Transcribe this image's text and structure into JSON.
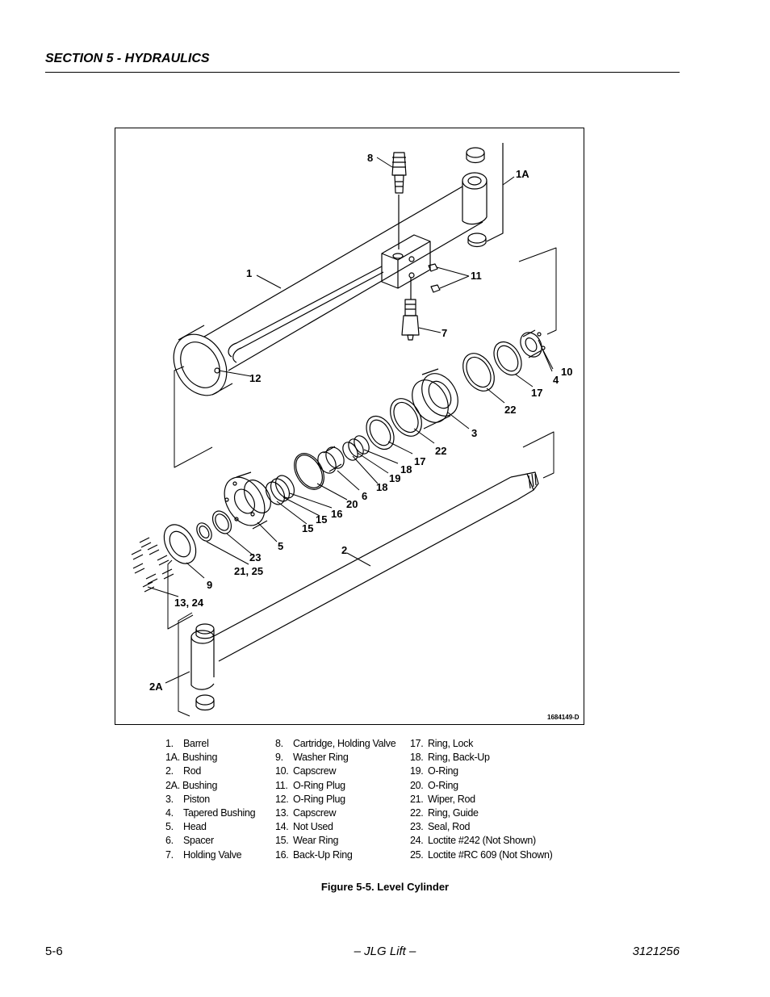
{
  "header": {
    "section": "SECTION 5 - HYDRAULICS"
  },
  "figure": {
    "drawing_id": "1684149-D",
    "callouts": {
      "c8": "8",
      "c1A": "1A",
      "c1": "1",
      "c11": "11",
      "c7": "7",
      "c12": "12",
      "c10": "10",
      "c4": "4",
      "c17a": "17",
      "c22a": "22",
      "c3": "3",
      "c22b": "22",
      "c17b": "17",
      "c18a": "18",
      "c19": "19",
      "c18b": "18",
      "c6": "6",
      "c20": "20",
      "c16": "16",
      "c15a": "15",
      "c15b": "15",
      "c5": "5",
      "c2": "2",
      "c23": "23",
      "c2125": "21, 25",
      "c9": "9",
      "c1324": "13, 24",
      "c2A": "2A"
    },
    "caption": "Figure 5-5.  Level Cylinder"
  },
  "legend": {
    "col1": [
      {
        "num": "1.",
        "label": "Barrel"
      },
      {
        "num": "",
        "label": "1A. Bushing"
      },
      {
        "num": "2.",
        "label": "Rod"
      },
      {
        "num": "",
        "label": "2A. Bushing"
      },
      {
        "num": "3.",
        "label": "Piston"
      },
      {
        "num": "4.",
        "label": "Tapered Bushing"
      },
      {
        "num": "5.",
        "label": "Head"
      },
      {
        "num": "6.",
        "label": "Spacer"
      },
      {
        "num": "7.",
        "label": "Holding Valve"
      }
    ],
    "col2": [
      {
        "num": "8.",
        "label": "Cartridge, Holding Valve"
      },
      {
        "num": "9.",
        "label": "Washer Ring"
      },
      {
        "num": "10.",
        "label": "Capscrew"
      },
      {
        "num": "11.",
        "label": "O-Ring Plug"
      },
      {
        "num": "12.",
        "label": "O-Ring Plug"
      },
      {
        "num": "13.",
        "label": "Capscrew"
      },
      {
        "num": "14.",
        "label": "Not Used"
      },
      {
        "num": "15.",
        "label": "Wear Ring"
      },
      {
        "num": "16.",
        "label": "Back-Up Ring"
      }
    ],
    "col3": [
      {
        "num": "17.",
        "label": "Ring, Lock"
      },
      {
        "num": "18.",
        "label": "Ring, Back-Up"
      },
      {
        "num": "19.",
        "label": "O-Ring"
      },
      {
        "num": "20.",
        "label": "O-Ring"
      },
      {
        "num": "21.",
        "label": "Wiper, Rod"
      },
      {
        "num": "22.",
        "label": "Ring, Guide"
      },
      {
        "num": "23.",
        "label": "Seal, Rod"
      },
      {
        "num": "24.",
        "label": "Loctite #242 (Not Shown)"
      },
      {
        "num": "25.",
        "label": "Loctite #RC 609 (Not Shown)"
      }
    ]
  },
  "footer": {
    "page": "5-6",
    "brand": "– JLG Lift –",
    "doc_number": "3121256"
  }
}
